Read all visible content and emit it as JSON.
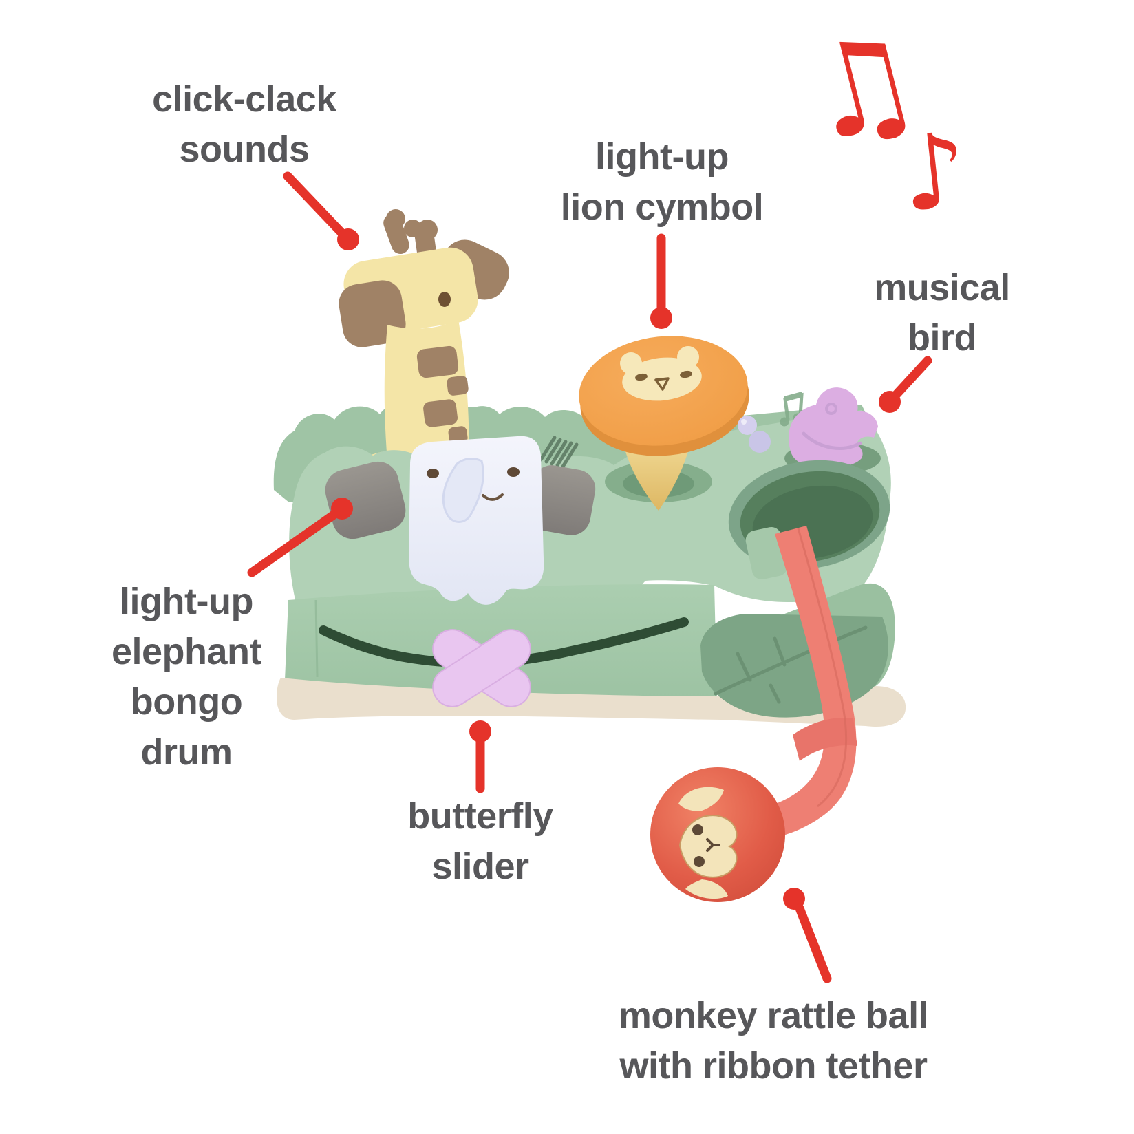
{
  "palette": {
    "accent": "#e5332a",
    "label": "#57575a",
    "green_wall": "#9fc4a5",
    "green_top": "#b1d1b6",
    "green_front": "#a7cbac",
    "green_side": "#9ac0a0",
    "green_recess": "#85ae8c",
    "hole_rim": "#7da489",
    "hole_green": "#567f5d",
    "hole_deep": "#4b7253",
    "leaf_green": "#7da586",
    "leaf_vein": "#6b9173",
    "track_green": "#2e4c34",
    "lavender": "#e9c6f0",
    "bird_pink": "#dcaee2",
    "bead_lavender": "#c9c5e7",
    "giraffe_yellow": "#f4e5a7",
    "giraffe_brown": "#a08266",
    "elephant_white": "#eef0fa",
    "ear_gray": "#8f8b88",
    "lion_orange": "#f4a44f",
    "lion_rim": "#e0903c",
    "cream": "#f6e8ba",
    "stem_yellow": "#f0d893",
    "beige": "#eadfcd",
    "ribbon_coral": "#ee7f73",
    "monkey_red": "#e25a48",
    "face_cream": "#f3e4ba",
    "eye_brown": "#5d4936"
  },
  "labels": {
    "click_clack": {
      "lines": [
        "click-clack",
        "sounds"
      ]
    },
    "lion_cymbol": {
      "lines": [
        "light-up",
        "lion cymbol"
      ]
    },
    "musical_bird": {
      "lines": [
        "musical",
        "bird"
      ]
    },
    "elephant_drum": {
      "lines": [
        "light-up",
        "elephant",
        "bongo",
        "drum"
      ]
    },
    "butterfly_slider": {
      "lines": [
        "butterfly",
        "slider"
      ]
    },
    "monkey_rattle": {
      "lines": [
        "monkey rattle ball",
        "with ribbon tether"
      ]
    }
  },
  "icons": {
    "music_note_double": "♫",
    "music_note_single": "♪"
  }
}
